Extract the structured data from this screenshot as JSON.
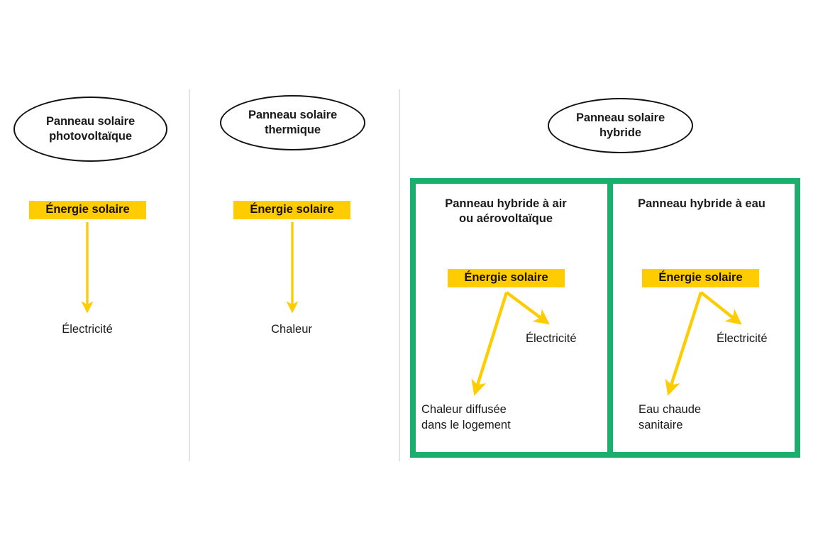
{
  "diagram": {
    "title_absent": true,
    "background_color": "#ffffff",
    "accent_yellow": "#FFCC00",
    "accent_green": "#1CAE6D",
    "text_color": "#1a1a1a",
    "divider_color": "#e3e3e3"
  },
  "columns": [
    {
      "id": "photovoltaique",
      "heading": "Panneau solaire\nphotovoltaïque",
      "input_chip": "Énergie solaire",
      "outputs": [
        "Électricité"
      ]
    },
    {
      "id": "thermique",
      "heading": "Panneau solaire\nthermique",
      "input_chip": "Énergie solaire",
      "outputs": [
        "Chaleur"
      ]
    },
    {
      "id": "hybride",
      "heading": "Panneau solaire\nhybride",
      "panels": [
        {
          "id": "hybride-air",
          "title": "Panneau hybride à air\nou aérovoltaïque",
          "input_chip": "Énergie solaire",
          "outputs": [
            "Électricité",
            "Chaleur diffusée\ndans le logement"
          ]
        },
        {
          "id": "hybride-eau",
          "title": "Panneau hybride à eau",
          "input_chip": "Énergie solaire",
          "outputs": [
            "Électricité",
            "Eau chaude\nsanitaire"
          ]
        }
      ]
    }
  ],
  "icons": {
    "arrow_down": "arrow-down-icon",
    "arrow_diagonal": "arrow-diagonal-icon"
  }
}
